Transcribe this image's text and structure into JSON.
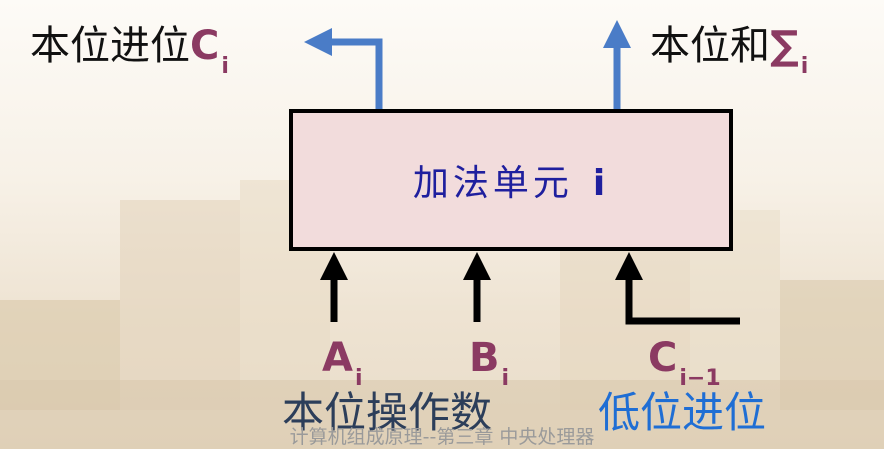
{
  "outputs": {
    "carry": {
      "text": "本位进位",
      "symbol": "C",
      "sub": "i"
    },
    "sum": {
      "text": "本位和",
      "symbol": "∑",
      "sub": "i"
    }
  },
  "unit": {
    "label": "加法单元",
    "index": "i"
  },
  "inputs": {
    "a": {
      "symbol": "A",
      "sub": "i"
    },
    "b": {
      "symbol": "B",
      "sub": "i"
    },
    "c": {
      "symbol": "C",
      "sub": "i−1"
    }
  },
  "captions": {
    "operands": "本位操作数",
    "low_carry": "低位进位"
  },
  "footer": "计算机组成原理--第三章 中央处理器",
  "colors": {
    "box_fill": "#f2dcdc",
    "output_arrow": "#4a7cc7",
    "label_accent": "#8b3a62",
    "unit_text": "#1f1f9e",
    "low_carry_text": "#1f6ed4"
  }
}
